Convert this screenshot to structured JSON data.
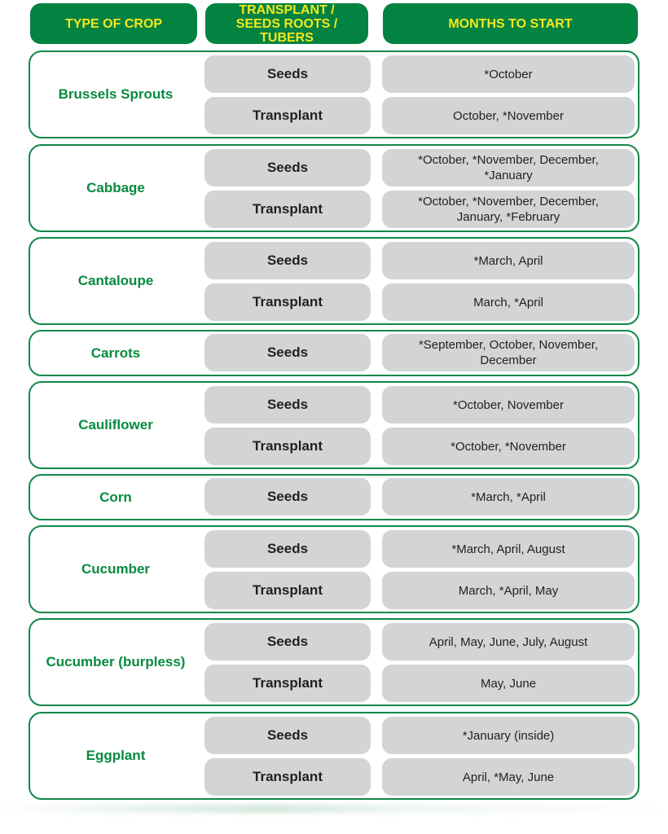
{
  "header": {
    "col1": "TYPE OF CROP",
    "col2": "TRANSPLANT / SEEDS ROOTS / TUBERS",
    "col3": "MONTHS TO START"
  },
  "colors": {
    "header_bg": "#028341",
    "header_text": "#f5e81d",
    "crop_text": "#078a3f",
    "border": "#13874a",
    "cell_bg": "#d3d4d6"
  },
  "crops": [
    {
      "name": "Brussels Sprouts",
      "rows": [
        {
          "type": "Seeds",
          "months": "*October"
        },
        {
          "type": "Transplant",
          "months": "October, *November"
        }
      ]
    },
    {
      "name": "Cabbage",
      "rows": [
        {
          "type": "Seeds",
          "months": "*October, *November, December, *January"
        },
        {
          "type": "Transplant",
          "months": "*October, *November, December, January, *February"
        }
      ]
    },
    {
      "name": "Cantaloupe",
      "rows": [
        {
          "type": "Seeds",
          "months": "*March, April"
        },
        {
          "type": "Transplant",
          "months": "March, *April"
        }
      ]
    },
    {
      "name": "Carrots",
      "rows": [
        {
          "type": "Seeds",
          "months": "*September, October, November, December"
        }
      ]
    },
    {
      "name": "Cauliflower",
      "rows": [
        {
          "type": "Seeds",
          "months": "*October, November"
        },
        {
          "type": "Transplant",
          "months": "*October, *November"
        }
      ]
    },
    {
      "name": "Corn",
      "rows": [
        {
          "type": "Seeds",
          "months": "*March, *April"
        }
      ]
    },
    {
      "name": "Cucumber",
      "rows": [
        {
          "type": "Seeds",
          "months": "*March, April, August"
        },
        {
          "type": "Transplant",
          "months": "March, *April, May"
        }
      ]
    },
    {
      "name": "Cucumber (burpless)",
      "rows": [
        {
          "type": "Seeds",
          "months": "April, May, June, July, August"
        },
        {
          "type": "Transplant",
          "months": "May, June"
        }
      ]
    },
    {
      "name": "Eggplant",
      "rows": [
        {
          "type": "Seeds",
          "months": "*January (inside)"
        },
        {
          "type": "Transplant",
          "months": "April, *May, June"
        }
      ]
    }
  ]
}
